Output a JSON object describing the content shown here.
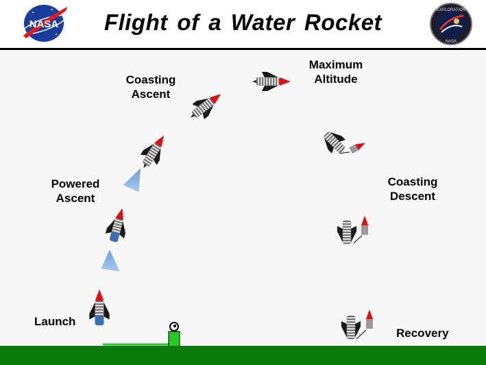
{
  "header": {
    "title": "Flight of a Water Rocket",
    "left_logo_icon": "nasa-logo-icon",
    "right_logo_icon": "exploration-seal-icon",
    "nasa_logo_text": "NASA",
    "seal_text": "EXPLORATION",
    "seal_bottom_text": "NASA"
  },
  "stages": {
    "launch": "Launch",
    "powered_ascent_1": "Powered",
    "powered_ascent_2": "Ascent",
    "coasting_ascent_1": "Coasting",
    "coasting_ascent_2": "Ascent",
    "max_altitude_1": "Maximum",
    "max_altitude_2": "Altitude",
    "coasting_descent_1": "Coasting",
    "coasting_descent_2": "Descent",
    "recovery": "Recovery"
  },
  "colors": {
    "ground": "#0a7a0a",
    "launcher": "#22cc22",
    "nose": "#e01010",
    "water_spray": "#6aa0d8",
    "header_rule": "#000000"
  }
}
